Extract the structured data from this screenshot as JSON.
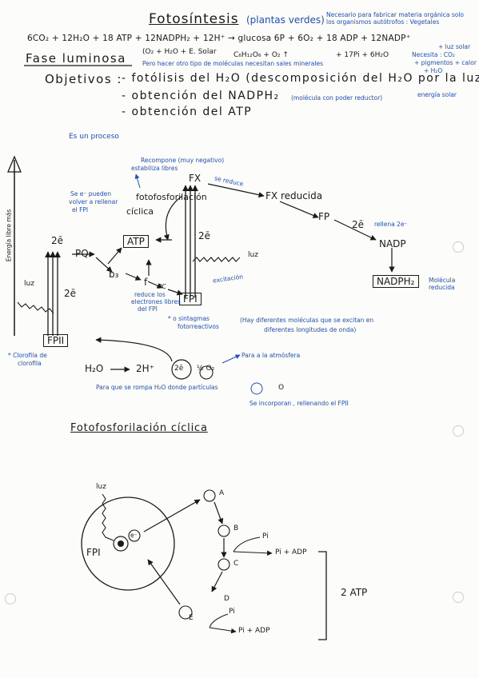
{
  "header": {
    "title": "Fotosíntesis",
    "subtitle": "(plantas verdes)",
    "note_right": "Necesario para fabricar materia orgánica solo los organismos autótrofos : Vegetales",
    "equation": "6CO₂ + 12H₂O + 18 ATP + 12NADPH₂ + 12H⁺ → glucosa 6P + 6O₂ + 18 ADP + 12NADP⁺",
    "luz_solar": "+ luz solar"
  },
  "fase": {
    "title": "Fase luminosa",
    "eq2_left": "(O₂ + H₂O + E. Solar",
    "eq2_right": "C₆H₁₂O₆ + O₂ ↑",
    "eq2_tail": "+ 17Pi + 6H₂O",
    "note_sub": "Pero hacer otro tipo de moléculas necesitan sales minerales",
    "necesita": "Necesita : CO₂",
    "necesita2": "+ pigmentos + calor",
    "necesita3": "+ H₂O",
    "energia_solar": "energía solar",
    "objetivos_label": "Objetivos :",
    "obj1": "- fotólisis del H₂O (descomposición del H₂O por la luz)",
    "obj2": "- obtención del NADPH₂",
    "obj2_note": "(molécula con poder reductor)",
    "obj3": "- obtención del ATP",
    "es_un_proceso": "Es un proceso"
  },
  "zscheme": {
    "energia_axis": "Energía libre más",
    "fx": "FX",
    "fx_reducida": "FX reducida",
    "se_reduce": "se reduce",
    "recompone": "Recompone (muy negativo)",
    "recompone2": "estabiliza libres",
    "fotofosforilacion": "fotofosforilación",
    "ciclica": "cíclica",
    "se_pueden": "Se e⁻ pueden",
    "se_pueden2": "volver a rellenar",
    "se_pueden3": "el FPI",
    "two_e_1": "2ē",
    "two_e_2": "2ē",
    "two_e_3": "2ē",
    "two_e_4": "2ē",
    "atp": "ATP",
    "pq": "PQ",
    "b3": "b₃",
    "f": "f",
    "pc": "PC",
    "fpi": "FPI",
    "fpii": "FPII",
    "luz1": "luz",
    "luz2": "luz",
    "excitacion": "excitación",
    "fp": "FP",
    "nadp": "NADP",
    "nadph2": "NADPH₂",
    "molecula_reducida": "Molécula reducida",
    "rellena": "rellena 2e⁻",
    "reduce_los": "reduce los",
    "reduce_los2": "electrones libres",
    "reduce_los3": "del FPI",
    "sintagmas": "* o sintagmas",
    "sintagmas2": "fotorreactivos",
    "hay_diferentes": "(Hay diferentes moléculas que se excitan en",
    "hay_diferentes2": "diferentes longitudes de onda)",
    "clorofila": "* Clorofila de",
    "clorofila2": "clorofila",
    "h2o": "H₂O",
    "two_h": "2H⁺",
    "two_e_circ": "2ē",
    "half_o2": "½ O₂",
    "atmosfera": "Para a la atmósfera",
    "para_que": "Para que se rompa H₂O donde partículas",
    "o_label": "O",
    "se_incorporan": "Se incorporan , rellenando el FPII"
  },
  "ciclica": {
    "title": "Fotofosforilación cíclica",
    "luz": "luz",
    "fpi": "FPI",
    "e_symbol": "e⁻",
    "a": "A",
    "b": "B",
    "c": "C",
    "d": "D",
    "e": "E",
    "pi1": "Pi",
    "pi_adp1": "Pi + ADP",
    "pi2": "Pi",
    "pi_adp2": "Pi + ADP",
    "two_atp": "2 ATP"
  }
}
